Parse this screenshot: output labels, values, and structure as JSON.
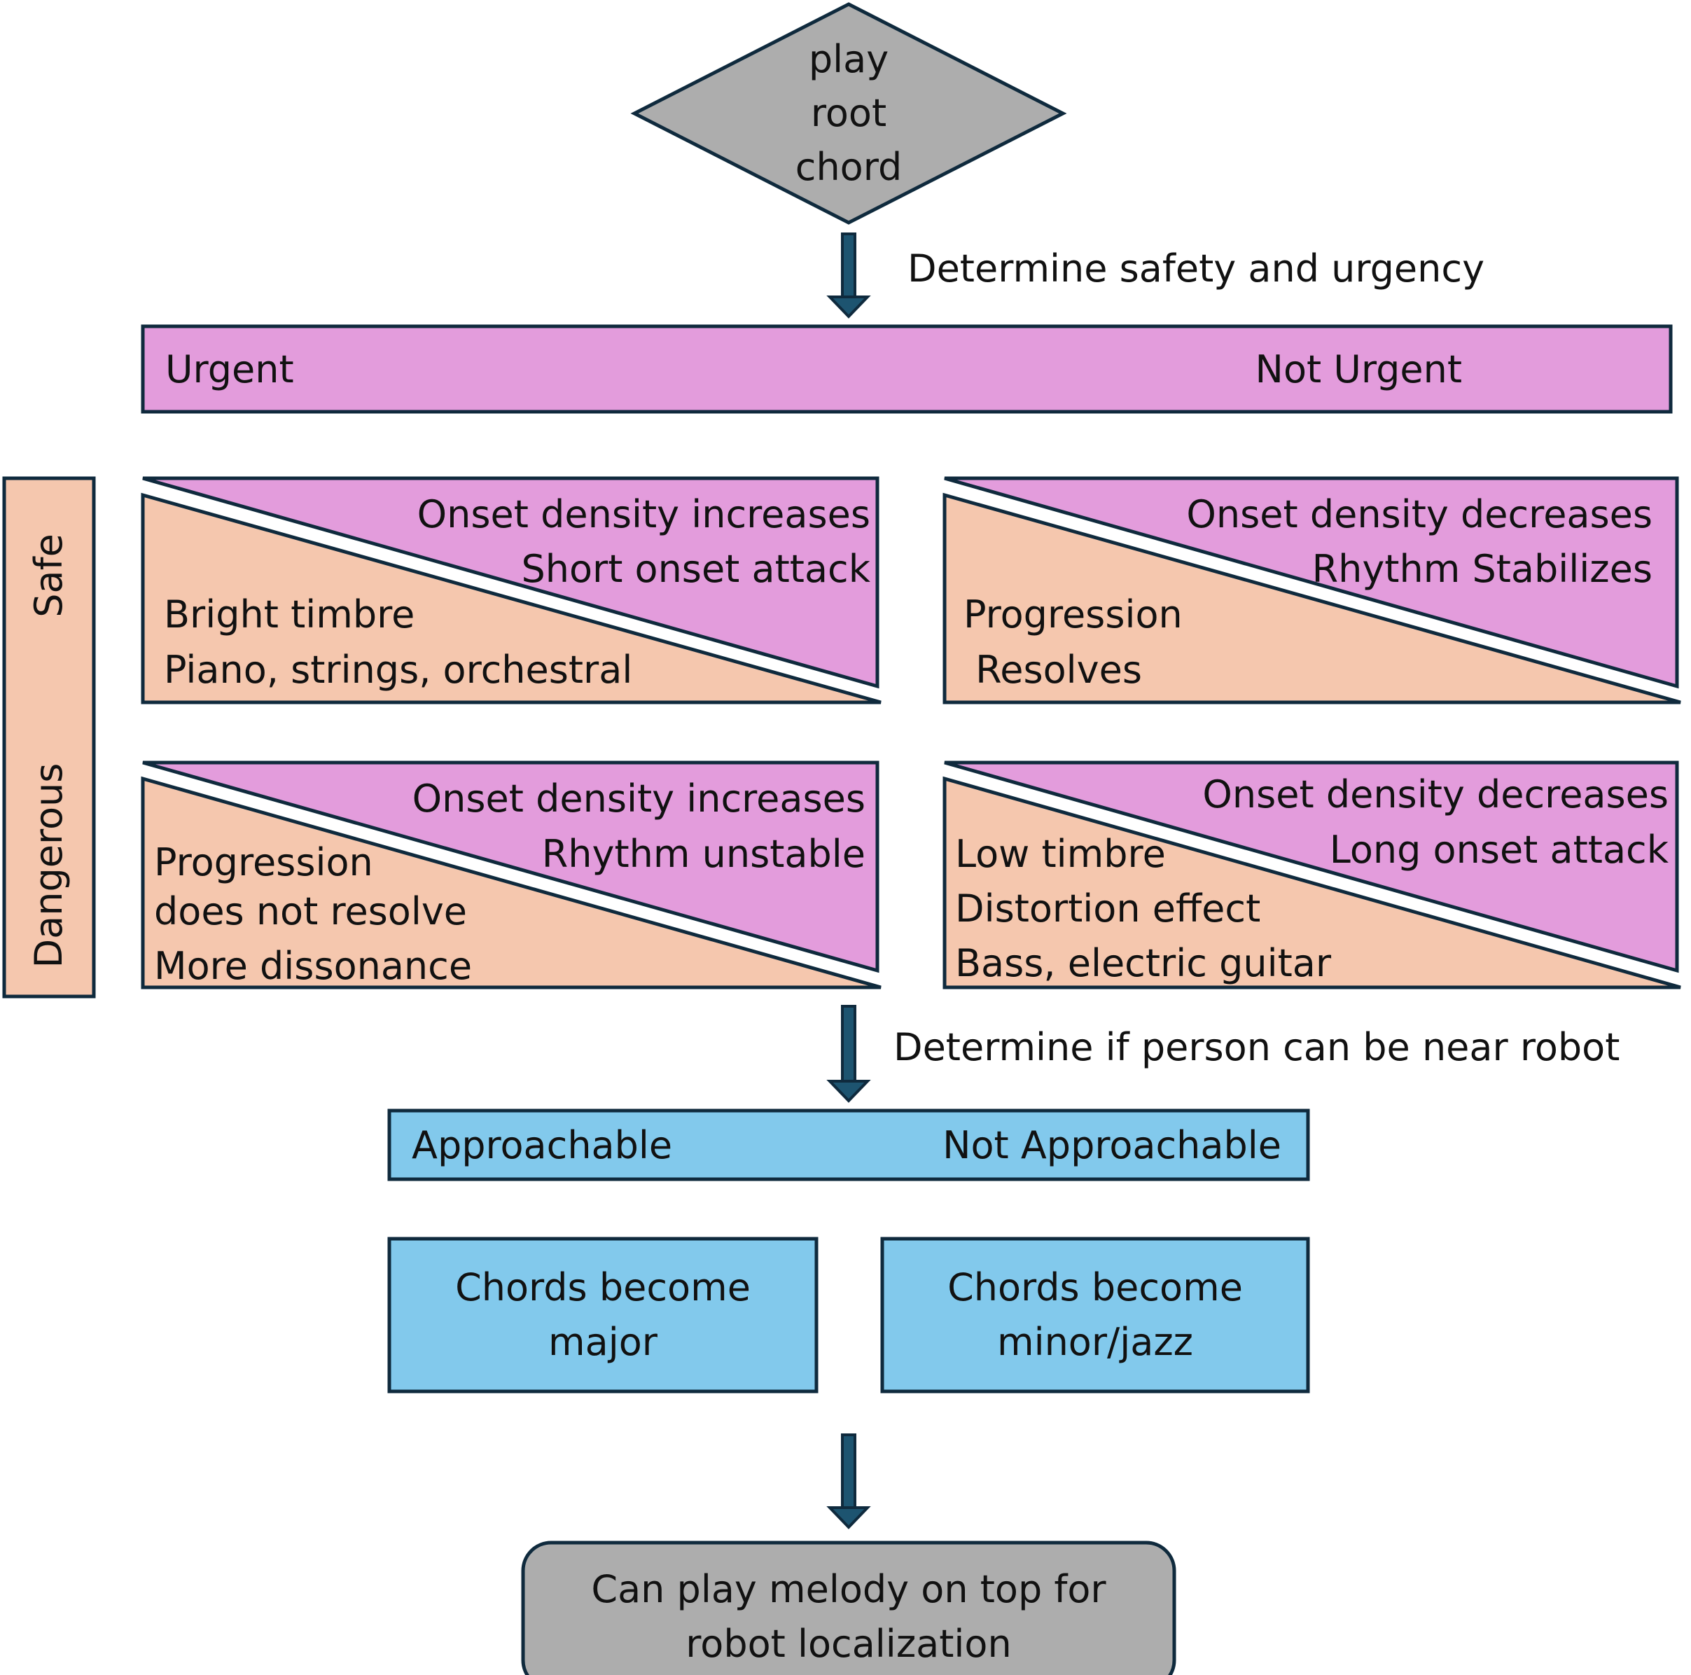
{
  "colors": {
    "gray": "#adadad",
    "pink": "#e39cdc",
    "peach": "#f5c7ae",
    "blue": "#82c9ec",
    "outline": "#0f2a3d",
    "arrow": "#1d5470"
  },
  "start": {
    "lines": [
      "play",
      "root",
      "chord"
    ]
  },
  "step1": {
    "label": "Determine safety and urgency"
  },
  "urgency": {
    "left": "Urgent",
    "right": "Not Urgent"
  },
  "safety": {
    "safe": "Safe",
    "dangerous": "Dangerous"
  },
  "quadrants": {
    "safe_urgent": {
      "top": [
        "Onset density increases",
        "Short onset attack"
      ],
      "bottom": [
        "Bright timbre",
        "Piano, strings, orchestral"
      ]
    },
    "safe_not_urgent": {
      "top": [
        "Onset density decreases",
        "Rhythm Stabilizes"
      ],
      "bottom": [
        "Progression",
        " Resolves"
      ]
    },
    "dangerous_urgent": {
      "top": [
        "Onset density increases",
        "Rhythm unstable"
      ],
      "bottom": [
        "Progression",
        "does not resolve",
        "More dissonance"
      ]
    },
    "dangerous_not_urgent": {
      "top": [
        "Onset density decreases",
        "Long onset attack"
      ],
      "bottom": [
        "Low timbre",
        "Distortion effect",
        "Bass, electric guitar"
      ]
    }
  },
  "step2": {
    "label": "Determine if person can be near robot"
  },
  "approach": {
    "left": "Approachable",
    "right": "Not Approachable"
  },
  "chords": {
    "major": [
      "Chords become",
      "major"
    ],
    "minor": [
      "Chords become",
      "minor/jazz"
    ]
  },
  "end": {
    "lines": [
      "Can play melody on top for",
      "robot localization"
    ]
  }
}
